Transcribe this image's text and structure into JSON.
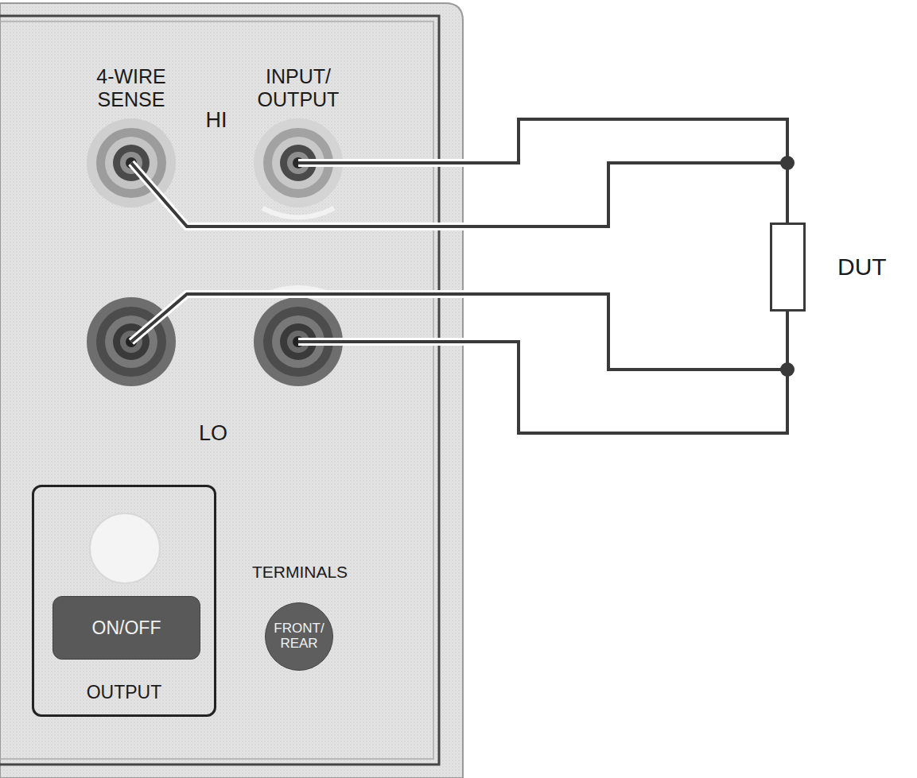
{
  "diagram": {
    "nodes": [
      {
        "text": [
          "OUTPUT"
        ]
      },
      {
        "text": [
          "ON/OFF"
        ],
        "in": 0
      },
      {
        "text": [
          "FRONT/ REAR"
        ]
      },
      {
        "text": [
          "DUT"
        ]
      }
    ],
    "labels": [
      "4-WIRE SENSE",
      "INPUT/ OUTPUT",
      "HI",
      "LO",
      "TERMINALS"
    ]
  }
}
